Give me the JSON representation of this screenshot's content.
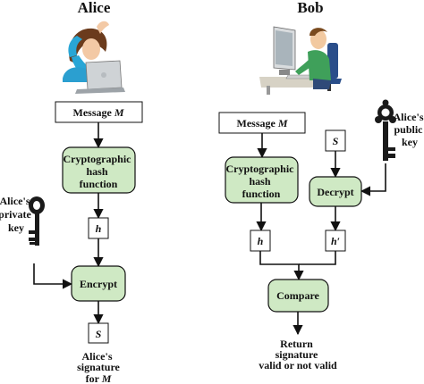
{
  "alice": {
    "title": "Alice",
    "message_box": {
      "text": "Message ",
      "var": "M"
    },
    "hash_box": [
      "Cryptographic",
      "hash",
      "function"
    ],
    "h_box": "h",
    "private_key_label": [
      "Alice's",
      "private",
      "key"
    ],
    "encrypt_box": "Encrypt",
    "s_box": "S",
    "signature_label": {
      "lines": [
        "Alice's",
        "signature"
      ],
      "last": "for ",
      "var": "M"
    }
  },
  "bob": {
    "title": "Bob",
    "message_box": {
      "text": "Message ",
      "var": "M"
    },
    "s_box": "S",
    "public_key_label": [
      "Alice's",
      "public",
      "key"
    ],
    "hash_box": [
      "Cryptographic",
      "hash",
      "function"
    ],
    "decrypt_box": "Decrypt",
    "h_box": "h",
    "h_prime_box": "h′",
    "compare_box": "Compare",
    "result_label": [
      "Return",
      "signature",
      "valid or not valid"
    ]
  },
  "colors": {
    "process_fill": "#cfe9c4",
    "line": "#111111"
  },
  "icons": [
    "woman-laptop-icon",
    "man-computer-icon",
    "private-key-icon",
    "public-key-icon"
  ]
}
